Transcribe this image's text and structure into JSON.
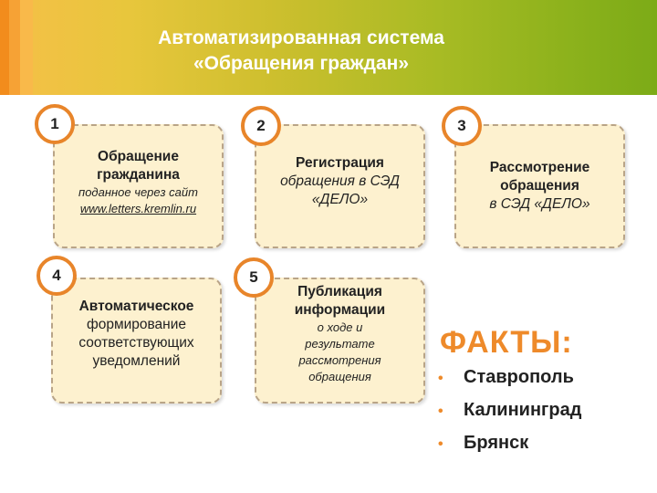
{
  "header": {
    "title_line1": "Автоматизированная система",
    "title_line2": "«Обращения граждан»"
  },
  "steps": [
    {
      "number": "1",
      "line1": "Обращение",
      "line2": "гражданина",
      "note": "поданное через сайт",
      "link": "www.letters.kremlin.ru"
    },
    {
      "number": "2",
      "line1": "Регистрация",
      "line2": "обращения в СЭД",
      "line3": "«ДЕЛО»"
    },
    {
      "number": "3",
      "line1": "Рассмотрение",
      "line2": "обращения",
      "line3": "в СЭД «ДЕЛО»"
    },
    {
      "number": "4",
      "line1": "Автоматическое",
      "line2": "формирование",
      "line3": "соответствующих",
      "line4": "уведомлений"
    },
    {
      "number": "5",
      "line1": "Публикация",
      "line2": "информации",
      "line3": "о ходе и",
      "line4": "результате",
      "line5": "рассмотрения",
      "line6": "обращения"
    }
  ],
  "facts": {
    "title": "ФАКТЫ:",
    "items": [
      "Ставрополь",
      "Калининград",
      "Брянск"
    ]
  },
  "colors": {
    "accent_orange": "#ee8a2a",
    "badge_ring": "#e8852a",
    "box_fill": "#fdf1cf",
    "box_border": "#b9a487",
    "header_green": "#7cab17",
    "header_orange": "#f28c1c"
  }
}
